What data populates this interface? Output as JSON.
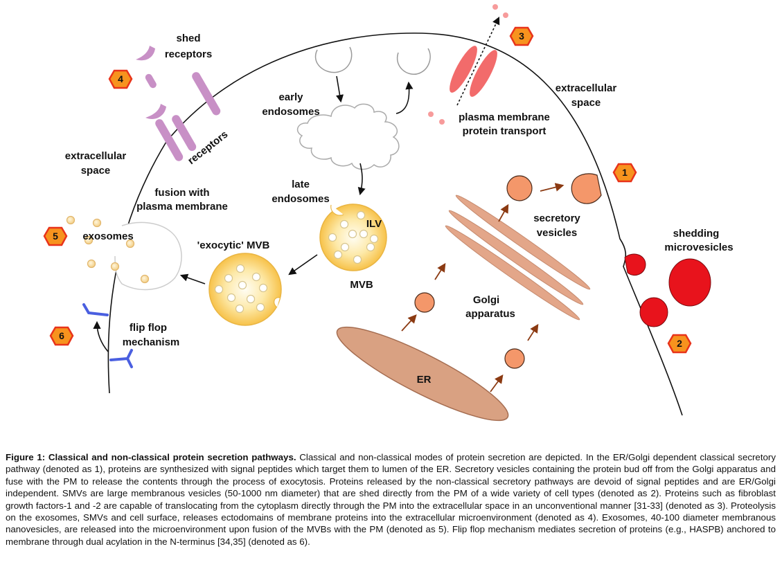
{
  "labels": {
    "shed_receptors": [
      "shed",
      "receptors"
    ],
    "receptors": "receptors",
    "early_endosomes": [
      "early",
      "endosomes"
    ],
    "extracellular_left": [
      "extracellular",
      "space"
    ],
    "extracellular_right": [
      "extracellular",
      "space"
    ],
    "pm_protein_transport": [
      "plasma membrane",
      "protein transport"
    ],
    "fusion": [
      "fusion with",
      "plasma membrane"
    ],
    "late_endosomes": [
      "late",
      "endosomes"
    ],
    "exosomes": "exosomes",
    "exocytic_mvb": "'exocytic' MVB",
    "ilv": "ILV",
    "mvb": "MVB",
    "secretory_vesicles": [
      "secretory",
      "vesicles"
    ],
    "shedding_microvesicles": [
      "shedding",
      "microvesicles"
    ],
    "golgi": [
      "Golgi",
      "apparatus"
    ],
    "er": "ER",
    "flip_flop": [
      "flip flop",
      "mechanism"
    ]
  },
  "badges": [
    "1",
    "2",
    "3",
    "4",
    "5",
    "6"
  ],
  "colors": {
    "badge_fill": "#f7931e",
    "badge_border": "#e8331a",
    "vesicle_orange": "#f4976a",
    "arrow_brown": "#8b3a12",
    "golgi": "#e3a689",
    "er": "#d9a182",
    "microvesicle_red": "#e8131c",
    "protein_pink": "#f26b6b",
    "receptor_purple": "#c890c6",
    "flipflop_blue": "#4a5fe0",
    "mvb_yellow": "#f9cc5c"
  },
  "caption": {
    "title": "Figure 1: Classical and non-classical protein secretion pathways.",
    "body": " Classical and non-classical modes of protein secretion are depicted. In the ER/Golgi dependent classical secretory pathway (denoted as 1), proteins are synthesized with signal peptides which target them to lumen of the ER. Secretory vesicles containing the protein bud off from the Golgi apparatus and fuse with the PM to release the contents through the process of exocytosis. Proteins released by the non-classical secretory pathways are devoid of signal peptides and are ER/Golgi independent. SMVs are large membranous vesicles (50-1000 nm diameter) that are shed directly from the PM of a wide variety of cell types (denoted as 2). Proteins such as fibroblast growth factors-1 and -2 are capable of translocating from the cytoplasm directly through the PM into the extracellular space in an unconventional manner [31-33] (denoted as 3). Proteolysis on the exosomes, SMVs and cell surface, releases ectodomains of membrane proteins into the extracellular microenvironment (denoted as 4). Exosomes, 40-100 diameter membranous nanovesicles, are released into the microenvironment upon fusion of the MVBs with the PM (denoted as 5). Flip flop mechanism mediates secretion of proteins (e.g., HASPB) anchored to membrane through dual acylation in the N-terminus [34,35] (denoted as 6)."
  }
}
